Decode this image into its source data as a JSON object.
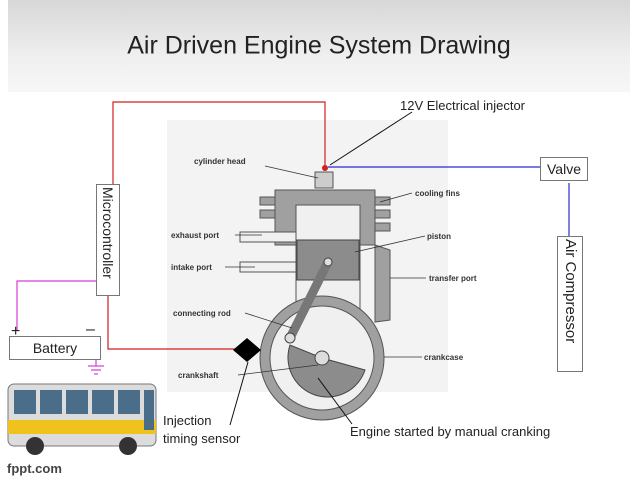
{
  "slide": {
    "title": "Air Driven Engine System Drawing",
    "footer_logo": "fppt.com"
  },
  "labels": {
    "injector": "12V Electrical injector",
    "valve": "Valve",
    "microcontroller": "Microcontroller",
    "air_compressor": "Air Compressor",
    "battery": "Battery",
    "battery_plus": "+",
    "battery_minus": "–",
    "injection_sensor_line1": "Injection",
    "injection_sensor_line2": "timing sensor",
    "manual_cranking": "Engine started by manual cranking"
  },
  "engine_labels": {
    "cylinder_head": "cylinder head",
    "cooling_fins": "cooling fins",
    "exhaust_port": "exhaust port",
    "piston": "piston",
    "intake_port": "intake port",
    "transfer_port": "transfer port",
    "connecting_rod": "connecting rod",
    "crankcase": "crankcase",
    "crankshaft": "crankshaft"
  },
  "colors": {
    "wire_red": "#d21f1f",
    "wire_blue": "#2a2ad0",
    "wire_magenta": "#d63cd6",
    "engine_gray": "#9a9a9a",
    "title_text": "#222222"
  }
}
